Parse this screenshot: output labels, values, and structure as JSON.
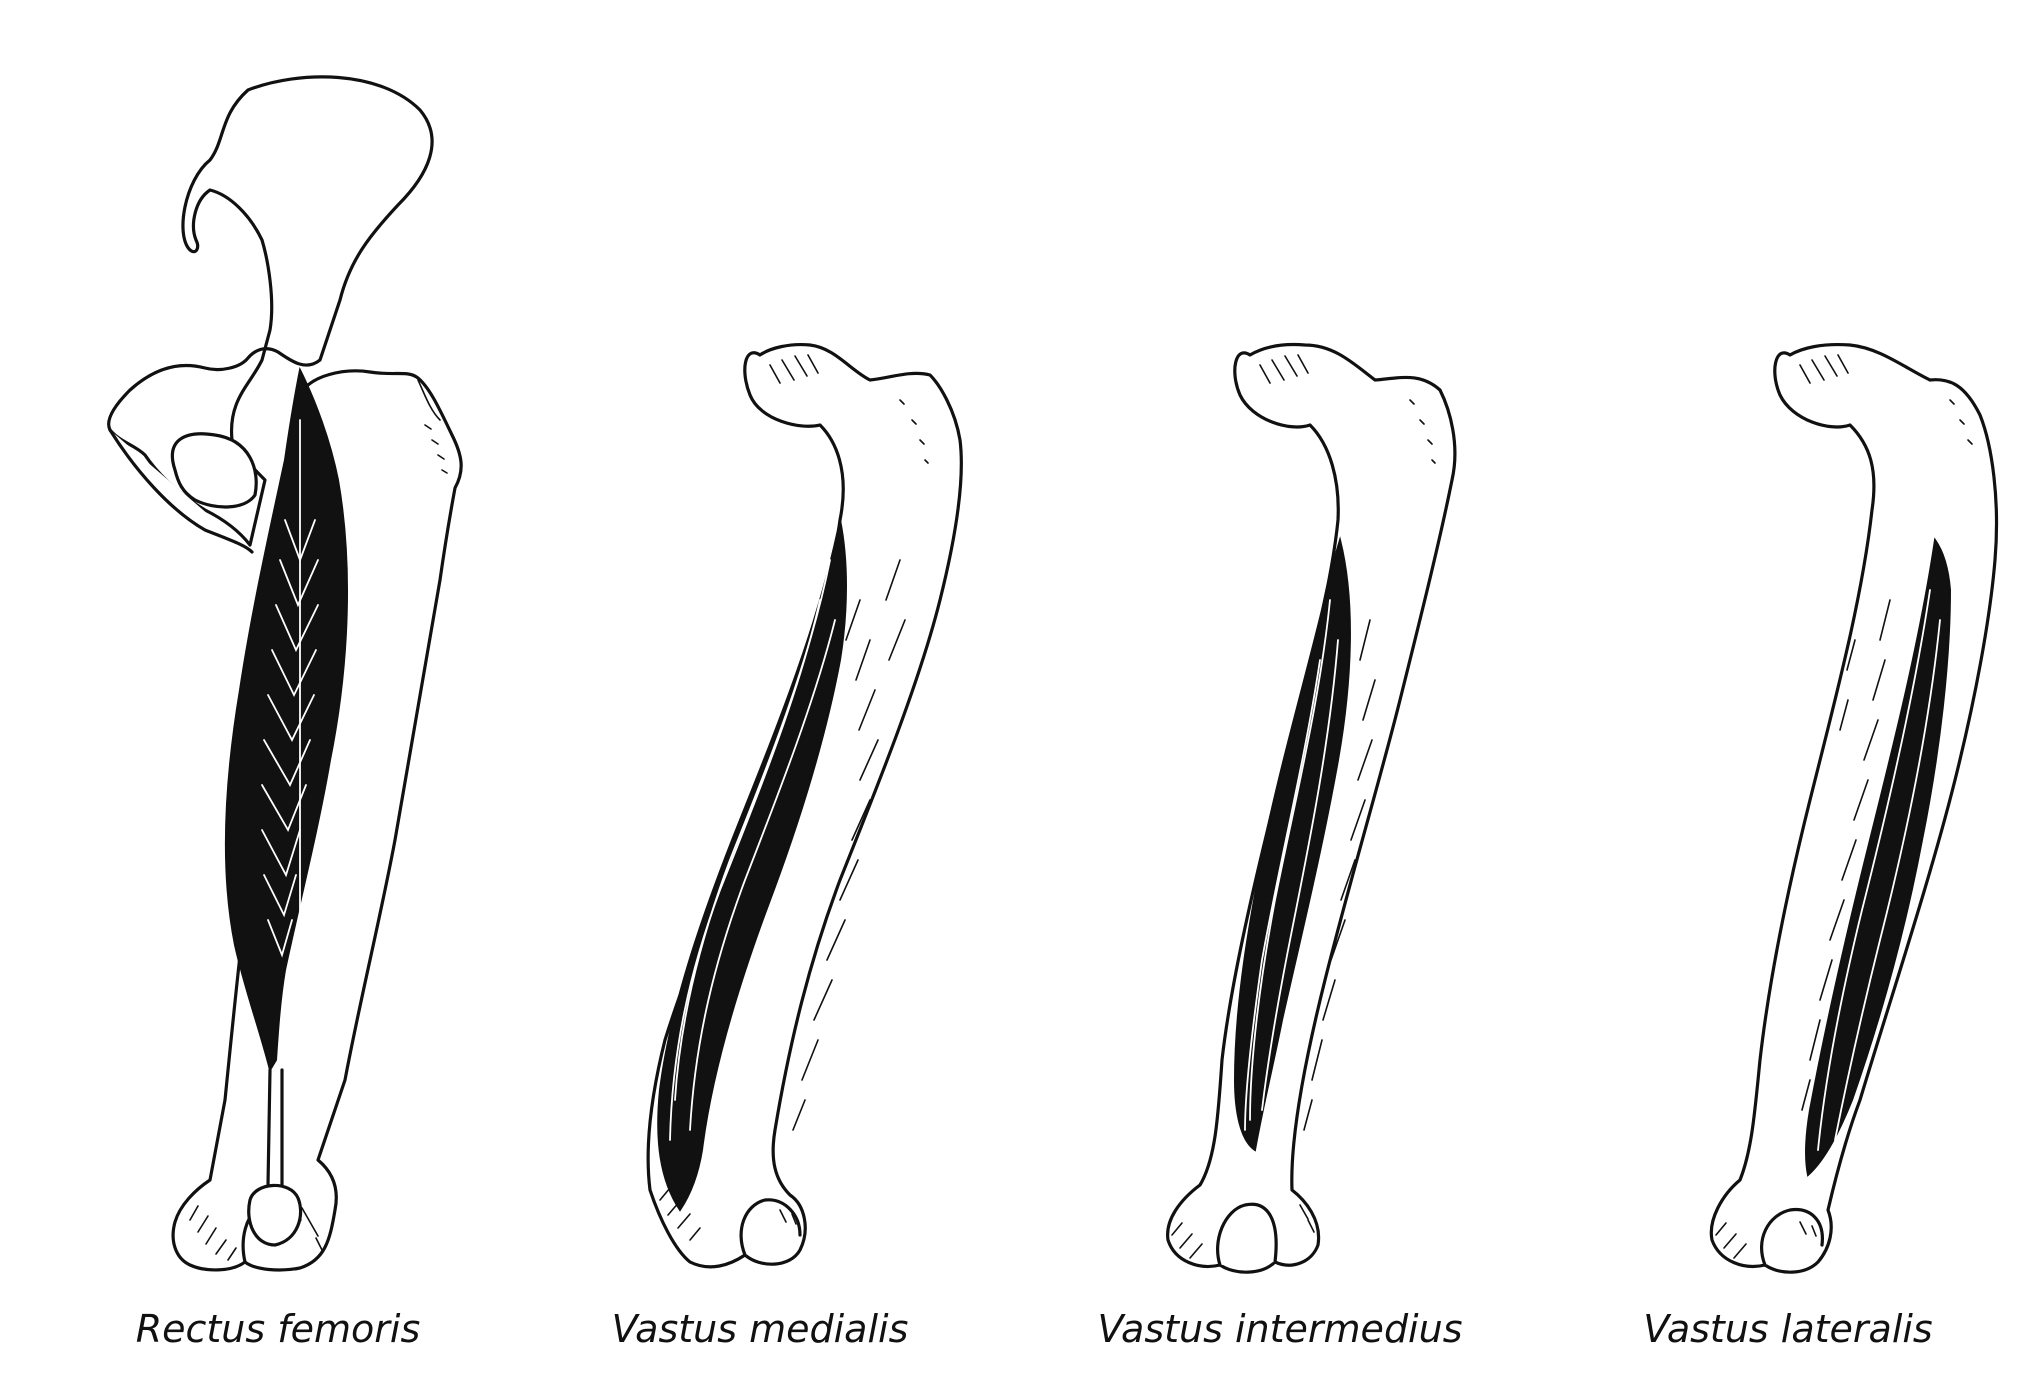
{
  "figure": {
    "panels": [
      {
        "id": "rectus-femoris",
        "caption": "Rectus femoris"
      },
      {
        "id": "vastus-medialis",
        "caption": "Vastus medialis"
      },
      {
        "id": "vastus-intermedius",
        "caption": "Vastus intermedius"
      },
      {
        "id": "vastus-lateralis",
        "caption": "Vastus lateralis"
      }
    ],
    "colors": {
      "ink": "#111111",
      "paper": "#ffffff"
    }
  }
}
